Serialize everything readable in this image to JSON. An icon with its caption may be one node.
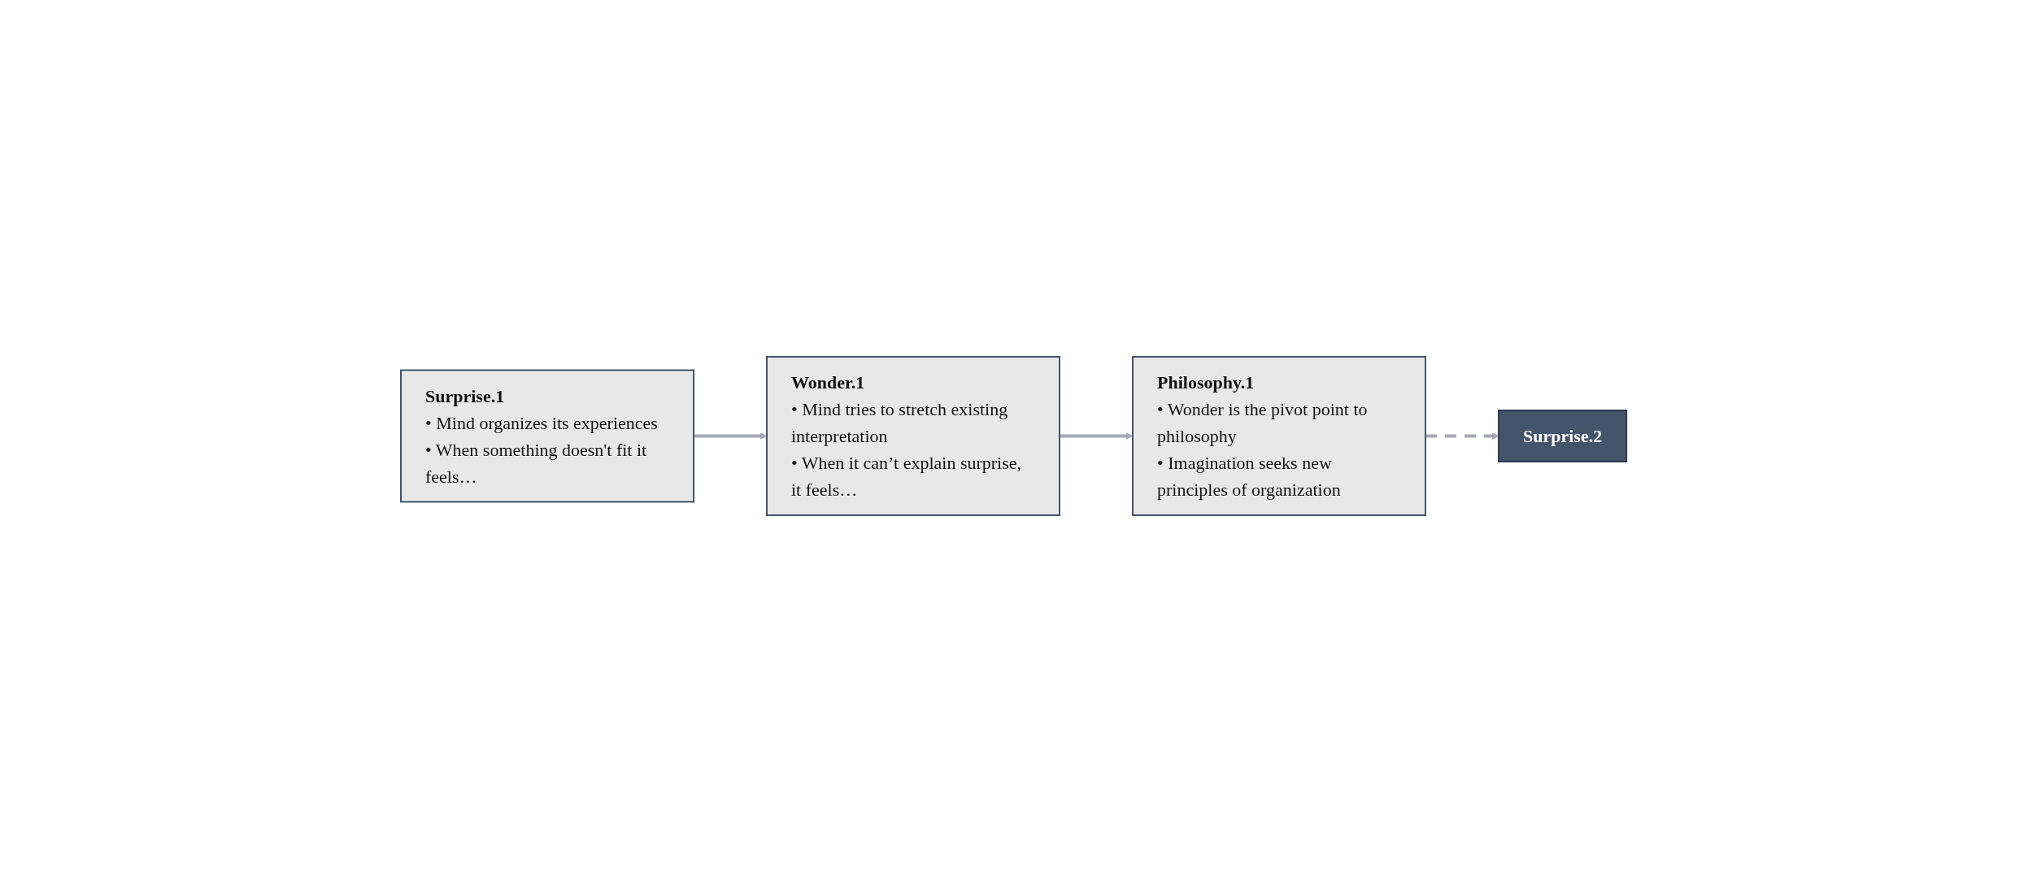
{
  "diagram": {
    "nodes": [
      {
        "text": [
          "Surprise.1",
          "• Mind organizes its experiences",
          "• When something doesn't fit it feels…"
        ]
      },
      {
        "text": [
          "Wonder.1",
          "• Mind tries to stretch existing interpretation",
          "• When it can’t explain surprise, it feels…"
        ]
      },
      {
        "text": [
          "Philosophy.1",
          "• Wonder is the pivot point to philosophy",
          "• Imagination seeks new principles of organization"
        ]
      },
      {
        "text": [
          "Surprise.2"
        ]
      }
    ],
    "edges": [
      {
        "from": 0,
        "to": 1,
        "arrow": "to"
      },
      {
        "from": 1,
        "to": 2,
        "arrow": "to"
      },
      {
        "from": 2,
        "to": 3,
        "arrow": "to",
        "style": "dashed"
      }
    ]
  }
}
